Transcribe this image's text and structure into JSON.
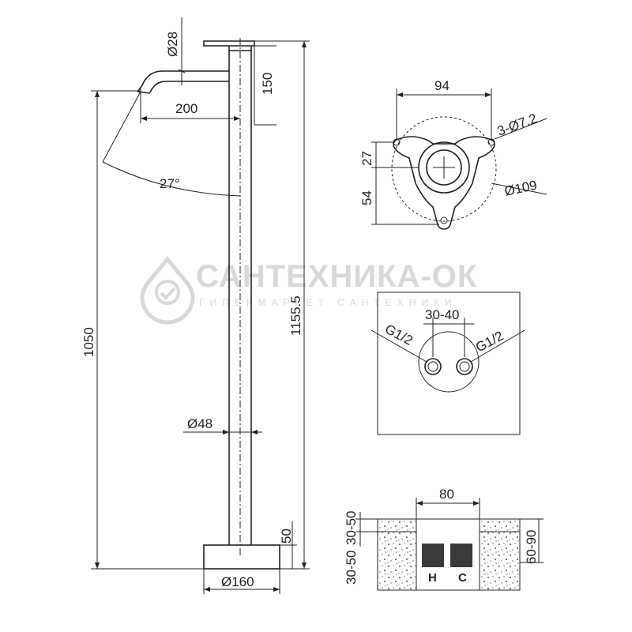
{
  "watermark": {
    "title": "САНТЕХНИКА-ОК",
    "subtitle": "ГИПЕРМАРКЕТ САНТЕХНИКИ",
    "logo_icon": "drop-check-icon",
    "color": "#d8d8d8"
  },
  "side_view": {
    "dim_spout_diameter": "Ø28",
    "dim_spout_height": "150",
    "dim_spout_reach": "200",
    "dim_spout_angle": "27°",
    "dim_body_diameter": "Ø48",
    "dim_spout_outlet_height": "1050",
    "dim_total_height": "1155.5",
    "dim_base_height": "50",
    "dim_base_diameter": "Ø160"
  },
  "flange_view": {
    "dim_hole_spacing": "94",
    "dim_holes": "3-Ø7.2",
    "dim_upper_offset": "27",
    "dim_lower_offset": "54",
    "dim_circle_diameter": "Ø109"
  },
  "connection_view": {
    "dim_pipe_spacing": "30-40",
    "left_thread": "G1/2",
    "right_thread": "G1/2"
  },
  "floor_view": {
    "dim_opening_width": "80",
    "dim_floor_depth": "30-50",
    "dim_screed_depth": "30-50",
    "dim_total_depth": "60-90",
    "hot_label": "H",
    "cold_label": "C"
  },
  "line_color": "#231f20"
}
